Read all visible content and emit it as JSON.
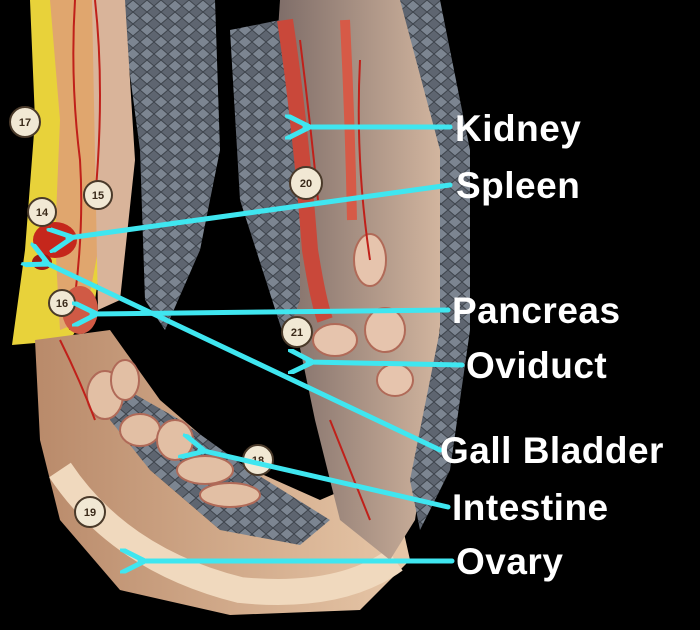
{
  "labels": {
    "kidney": "Kidney",
    "spleen": "Spleen",
    "pancreas": "Pancreas",
    "oviduct": "Oviduct",
    "gall_bladder": "Gall Bladder",
    "intestine": "Intestine",
    "ovary": "Ovary"
  },
  "tags": {
    "t14": "14",
    "t15": "15",
    "t16": "16",
    "t17": "17",
    "t18": "18",
    "t19": "19",
    "t20": "20",
    "t21": "21"
  },
  "colors": {
    "background": "#000000",
    "arrow": "#3fe6f0",
    "label_text": "#ffffff"
  }
}
